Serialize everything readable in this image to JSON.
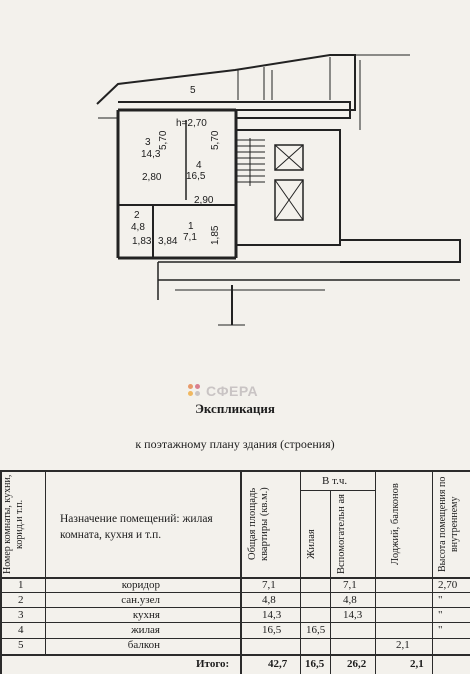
{
  "plan": {
    "labels": {
      "room5": "5",
      "h_label": "h=2,70",
      "room3_num": "3",
      "room3_area": "14,3",
      "dim_570_left": "5,70",
      "dim_570_right": "5,70",
      "room4_num": "4",
      "room4_area": "16,5",
      "dim_280": "2,80",
      "dim_290": "2,90",
      "room2_num": "2",
      "room2_area": "4,8",
      "room1_num": "1",
      "room1_area": "7,1",
      "dim_185": "1,85",
      "dim_183": "1,83",
      "dim_384": "3,84"
    }
  },
  "watermark": "СФЕРА",
  "title": "Экспликация",
  "subtitle": "к поэтажному плану здания (строения)",
  "table": {
    "headers": {
      "room_no": "Номер комнаты, кухни, корид.и т.п.",
      "purpose": "Назначение помещений: жилая комната, кухня и т.п.",
      "total_area": "Общая площадь квартиры (кв.м.)",
      "incl": "В т.ч.",
      "living": "Жилая",
      "auxiliary": "Вспомогательн ая",
      "loggias": "Лоджий, балконов",
      "height": "Высота помещения по внутреннему"
    },
    "rows": [
      {
        "no": "1",
        "name": "коридор",
        "total": "7,1",
        "living": "",
        "aux": "7,1",
        "loggia": "",
        "height": "2,70"
      },
      {
        "no": "2",
        "name": "сан.узел",
        "total": "4,8",
        "living": "",
        "aux": "4,8",
        "loggia": "",
        "height": "\""
      },
      {
        "no": "3",
        "name": "кухня",
        "total": "14,3",
        "living": "",
        "aux": "14,3",
        "loggia": "",
        "height": "\""
      },
      {
        "no": "4",
        "name": "жилая",
        "total": "16,5",
        "living": "16,5",
        "aux": "",
        "loggia": "",
        "height": "\""
      },
      {
        "no": "5",
        "name": "балкон",
        "total": "",
        "living": "",
        "aux": "",
        "loggia": "2,1",
        "height": ""
      }
    ],
    "totals": {
      "label": "Итого:",
      "total": "42,7",
      "living": "16,5",
      "aux": "26,2",
      "loggia": "2,1"
    }
  },
  "colors": {
    "ink": "#1c1c1c",
    "paper": "#f3f1ec",
    "wall": "#2b2b2b",
    "watermark_accent": "#e89a6a"
  }
}
